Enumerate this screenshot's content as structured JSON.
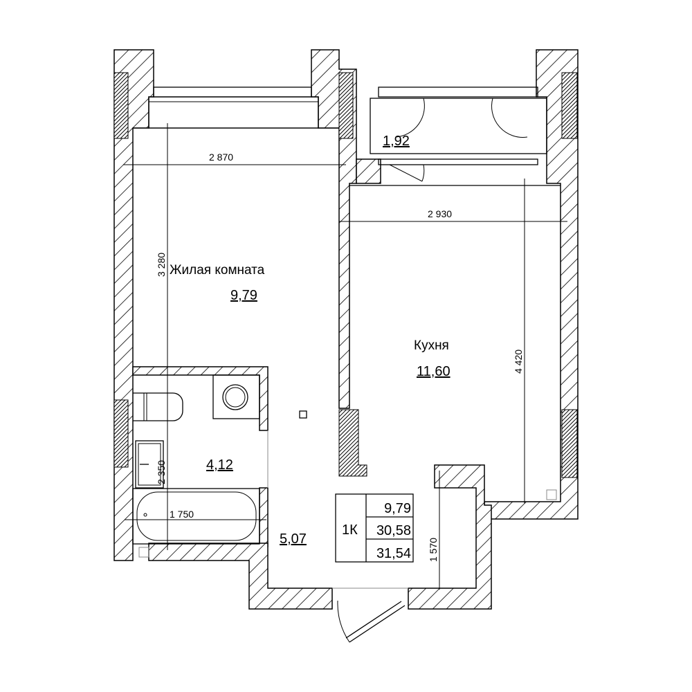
{
  "plan": {
    "apartment_type": "1К",
    "rooms": [
      {
        "name": "Жилая комната",
        "area": "9,79"
      },
      {
        "name": "Кухня",
        "area": "11,60"
      },
      {
        "name": "",
        "area": "4,12"
      },
      {
        "name": "",
        "area": "5,07"
      },
      {
        "name": "",
        "area": "1,92"
      }
    ],
    "dimensions": {
      "living_width": "2 870",
      "living_length": "3 280",
      "kitchen_width": "2 930",
      "kitchen_length": "4 420",
      "bath_length": "2 350",
      "bath_width": "1 750",
      "hall_length": "1 570"
    },
    "summary": {
      "living_area": "9,79",
      "total_area": "30,58",
      "total_with_balcony": "31,54"
    }
  }
}
